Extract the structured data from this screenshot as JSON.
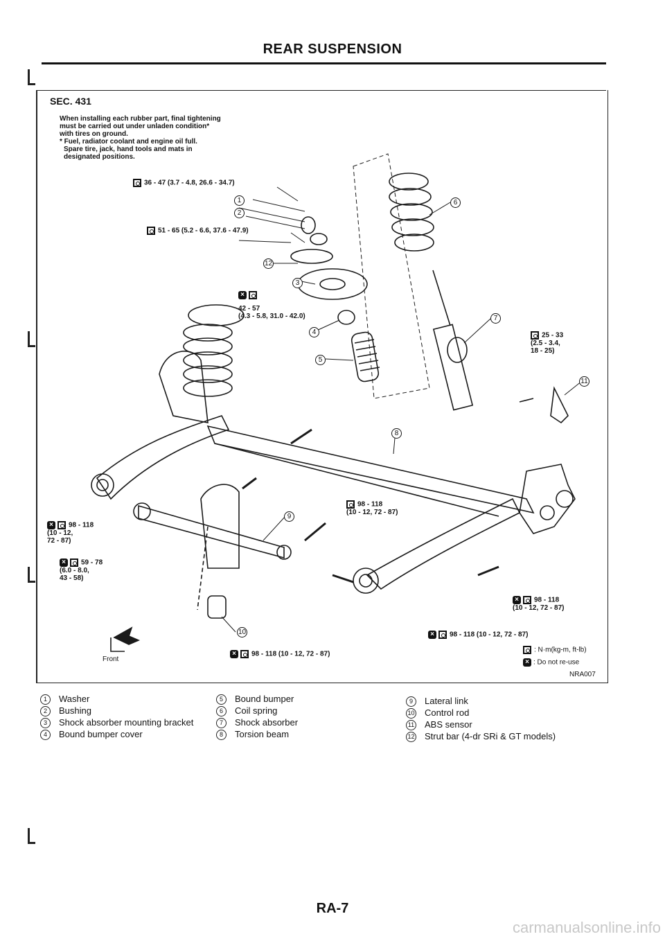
{
  "header": {
    "title": "REAR SUSPENSION"
  },
  "figure": {
    "section": "SEC. 431",
    "notes": [
      "When installing each rubber part, final tightening",
      "must be carried out under unladen condition*",
      "with tires on ground.",
      "* Fuel, radiator coolant and engine oil full.",
      "Spare tire, jack, hand tools and mats in",
      "designated positions."
    ],
    "torques": {
      "t1": "36 - 47 (3.7 - 4.8, 26.6 - 34.7)",
      "t2": "51 - 65 (5.2 - 6.6, 37.6 - 47.9)",
      "t3": "42 - 57\n(4.3 - 5.8, 31.0 - 42.0)",
      "t4": "25 - 33\n(2.5 - 3.4,\n18 - 25)",
      "t5": "98 - 118\n(10 - 12, 72 - 87)",
      "t6": "98 - 118\n(10 - 12,\n72 - 87)",
      "t7": "59 - 78\n(6.0 - 8.0,\n43 - 58)",
      "t8": "98 - 118\n(10 - 12, 72 - 87)",
      "t9": "98 - 118 (10 - 12, 72 - 87)",
      "t10": "98 - 118 (10 - 12, 72 - 87)"
    },
    "callouts": [
      "1",
      "2",
      "3",
      "4",
      "5",
      "6",
      "7",
      "8",
      "9",
      "10",
      "11",
      "12"
    ],
    "front_label": "Front",
    "legend": {
      "torque_unit": ": N·m(kg-m, ft-lb)",
      "no_reuse": ": Do not re-use",
      "code": "NRA007"
    }
  },
  "parts": [
    {
      "num": "1",
      "name": "Washer"
    },
    {
      "num": "2",
      "name": "Bushing"
    },
    {
      "num": "3",
      "name": "Shock absorber mounting bracket"
    },
    {
      "num": "4",
      "name": "Bound bumper cover"
    },
    {
      "num": "5",
      "name": "Bound bumper"
    },
    {
      "num": "6",
      "name": "Coil spring"
    },
    {
      "num": "7",
      "name": "Shock absorber"
    },
    {
      "num": "8",
      "name": "Torsion beam"
    },
    {
      "num": "9",
      "name": "Lateral link"
    },
    {
      "num": "10",
      "name": "Control rod"
    },
    {
      "num": "11",
      "name": "ABS sensor"
    },
    {
      "num": "12",
      "name": "Strut bar (4-dr SRi & GT models)"
    }
  ],
  "footer": {
    "page_number": "RA-7"
  },
  "watermark": "carmanualsonline.info"
}
